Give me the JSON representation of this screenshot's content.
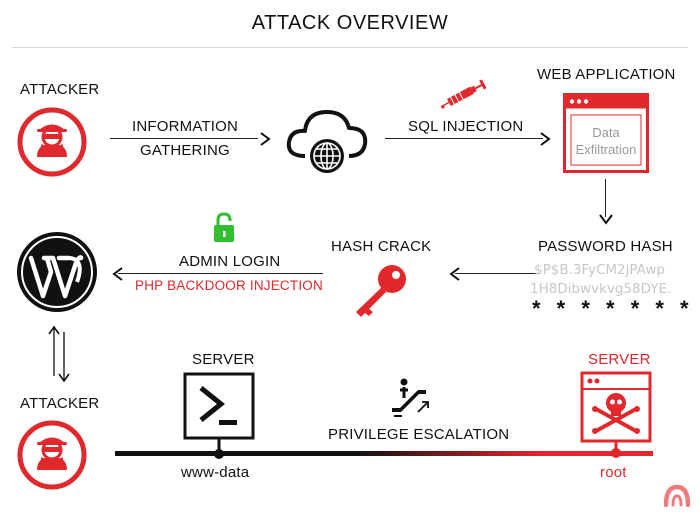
{
  "title": "ATTACK OVERVIEW",
  "nodes": {
    "attacker_top": "ATTACKER",
    "web_app": "WEB APPLICATION",
    "web_app_box": [
      "Data",
      "Exfiltration"
    ],
    "password_hash": "PASSWORD HASH",
    "hash_line1": "$P$B.3FyCM2jPAwp",
    "hash_line2": "1H8Dibwvkvg58DYE.",
    "hash_stars": "* * * * * * * *",
    "hash_crack": "HASH CRACK",
    "attacker_bottom": "ATTACKER",
    "server_left": "SERVER",
    "server_left_user": "www-data",
    "server_right": "SERVER",
    "server_right_user": "root"
  },
  "edges": {
    "info_gathering_1": "INFORMATION",
    "info_gathering_2": "GATHERING",
    "sql_injection": "SQL INJECTION",
    "admin_login": "ADMIN LOGIN",
    "php_backdoor": "PHP BACKDOOR INJECTION",
    "privilege_escalation": "PRIVILEGE ESCALATION"
  },
  "colors": {
    "accent": "#e0282d",
    "dark": "#111111",
    "lock": "#2fbf2f",
    "hash_grey": "#c7c7c7"
  },
  "icons": [
    "hacker-icon",
    "cloud-globe-icon",
    "syringe-icon",
    "browser-window-icon",
    "wordpress-icon",
    "padlock-open-icon",
    "key-icon",
    "terminal-server-icon",
    "escalator-icon",
    "skull-server-icon",
    "brand-logo-icon"
  ]
}
